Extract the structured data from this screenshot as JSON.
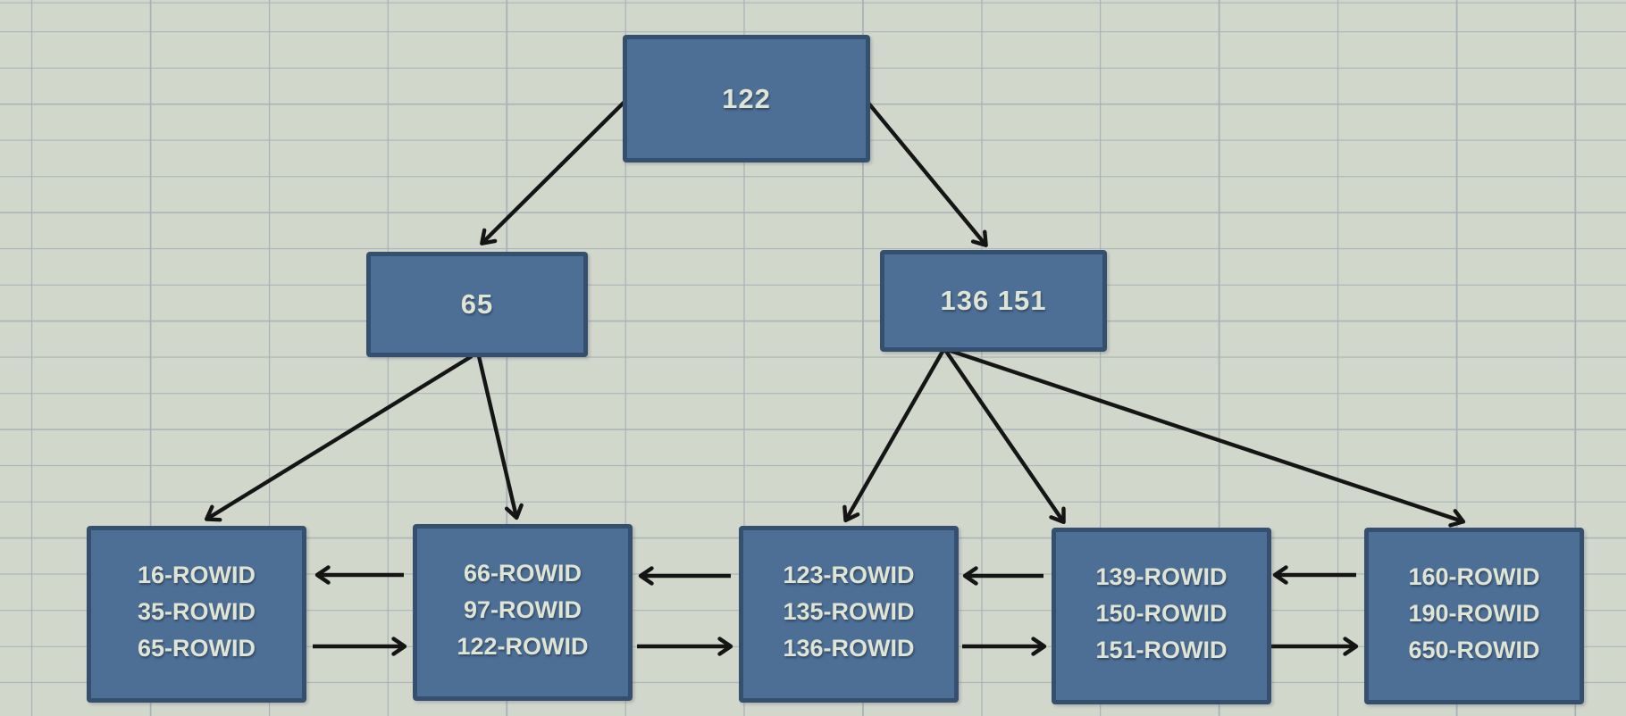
{
  "diagram": {
    "kind": "b-tree-index",
    "root": {
      "label": "122"
    },
    "branches": [
      {
        "label": "65"
      },
      {
        "label": "136 151"
      }
    ],
    "leaves": [
      {
        "entries": [
          "16-ROWID",
          "35-ROWID",
          "65-ROWID"
        ]
      },
      {
        "entries": [
          "66-ROWID",
          "97-ROWID",
          "122-ROWID"
        ]
      },
      {
        "entries": [
          "123-ROWID",
          "135-ROWID",
          "136-ROWID"
        ]
      },
      {
        "entries": [
          "139-ROWID",
          "150-ROWID",
          "151-ROWID"
        ]
      },
      {
        "entries": [
          "160-ROWID",
          "190-ROWID",
          "650-ROWID"
        ]
      }
    ],
    "edges": [
      {
        "id": "edge-root-to-branch-0",
        "from": "root",
        "to": "branch-0"
      },
      {
        "id": "edge-root-to-branch-1",
        "from": "root",
        "to": "branch-1"
      },
      {
        "id": "edge-branch-0-to-leaf-0",
        "from": "branch-0",
        "to": "leaf-0"
      },
      {
        "id": "edge-branch-0-to-leaf-1",
        "from": "branch-0",
        "to": "leaf-1"
      },
      {
        "id": "edge-branch-1-to-leaf-2",
        "from": "branch-1",
        "to": "leaf-2"
      },
      {
        "id": "edge-branch-1-to-leaf-3",
        "from": "branch-1",
        "to": "leaf-3"
      },
      {
        "id": "edge-branch-1-to-leaf-4",
        "from": "branch-1",
        "to": "leaf-4"
      },
      {
        "id": "link-leaf-1-to-leaf-0",
        "from": "leaf-1",
        "to": "leaf-0"
      },
      {
        "id": "link-leaf-0-to-leaf-1",
        "from": "leaf-0",
        "to": "leaf-1"
      },
      {
        "id": "link-leaf-2-to-leaf-1",
        "from": "leaf-2",
        "to": "leaf-1"
      },
      {
        "id": "link-leaf-1-to-leaf-2",
        "from": "leaf-1",
        "to": "leaf-2"
      },
      {
        "id": "link-leaf-3-to-leaf-2",
        "from": "leaf-3",
        "to": "leaf-2"
      },
      {
        "id": "link-leaf-2-to-leaf-3",
        "from": "leaf-2",
        "to": "leaf-3"
      },
      {
        "id": "link-leaf-4-to-leaf-3",
        "from": "leaf-4",
        "to": "leaf-3"
      },
      {
        "id": "link-leaf-3-to-leaf-4",
        "from": "leaf-3",
        "to": "leaf-4"
      }
    ],
    "colors": {
      "canvas_bg": "#d2d7cc",
      "grid_line": "#a7b1b7",
      "node_fill": "#4d6f96",
      "node_border": "#35506f",
      "node_text": "#dfe4d5",
      "arrow": "#151515"
    }
  }
}
